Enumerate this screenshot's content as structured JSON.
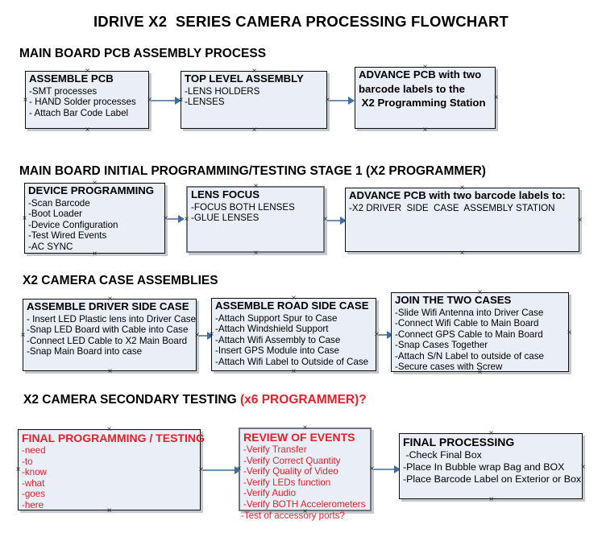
{
  "document": {
    "title": "IDRIVE X2  SERIES CAMERA PROCESSING FLOWCHART"
  },
  "sections": [
    {
      "id": "main-board-pcb-assembly-process",
      "heading": "MAIN BOARD PCB ASSEMBLY PROCESS",
      "heading_accent": "",
      "boxes": [
        {
          "id": "assemble-pcb",
          "title": "ASSEMBLE PCB",
          "lines": [
            "-SMT processes",
            "- HAND Solder processes",
            "- Attach Bar Code Label"
          ]
        },
        {
          "id": "top-level-assembly",
          "title": "TOP LEVEL ASSEMBLY",
          "lines": [
            "-LENS HOLDERS",
            "-LENSES"
          ]
        },
        {
          "id": "advance-pcb-to-x2-programming-station",
          "title": "ADVANCE PCB with two",
          "lines": [
            "barcode labels to the",
            " X2 Programming Station"
          ]
        }
      ]
    },
    {
      "id": "main-board-initial-programming",
      "heading": "MAIN BOARD INITIAL PROGRAMMING/TESTING STAGE 1 (X2 PROGRAMMER)",
      "heading_accent": "",
      "boxes": [
        {
          "id": "device-programming",
          "title": "DEVICE PROGRAMMING",
          "lines": [
            "-Scan Barcode",
            "-Boot Loader",
            "-Device Configuration",
            "-Test Wired Events",
            "-AC SYNC"
          ]
        },
        {
          "id": "lens-focus",
          "title": "LENS FOCUS",
          "lines": [
            "-FOCUS BOTH LENSES",
            "-GLUE LENSES"
          ]
        },
        {
          "id": "advance-pcb-to-driver-side-case-assembly",
          "title": "ADVANCE PCB with two barcode labels to:",
          "lines": [
            "-X2 DRIVER  SIDE  CASE  ASSEMBLY STATION"
          ]
        }
      ]
    },
    {
      "id": "x2-camera-case-assemblies",
      "heading": "X2 CAMERA CASE ASSEMBLIES",
      "heading_accent": "",
      "boxes": [
        {
          "id": "assemble-driver-side-case",
          "title": "ASSEMBLE DRIVER SIDE CASE",
          "lines": [
            "- Insert LED Plastic lens into Driver Case",
            "-Snap LED Board with Cable into Case",
            "-Connect LED Cable to X2 Main Board",
            "-Snap Main Board into case"
          ]
        },
        {
          "id": "assemble-road-side-case",
          "title": "ASSEMBLE ROAD SIDE CASE",
          "lines": [
            "-Attach Support Spur to Case",
            "-Attach Windshield Support",
            "-Attach Wifi Assembly to Case",
            "-Insert GPS Module into Case",
            "-Attach Wifi Label to Outside of Case"
          ]
        },
        {
          "id": "join-the-two-cases",
          "title": "JOIN THE TWO CASES",
          "lines": [
            "-Slide Wifi Antenna into Driver Case",
            "-Connect Wifi Cable to Main Board",
            "-Connect GPS Cable to Main Board",
            "-Snap Cases Together",
            "-Attach S/N Label to outside of case",
            "-Secure cases with Screw"
          ]
        }
      ]
    },
    {
      "id": "x2-camera-secondary-testing",
      "heading": "X2 CAMERA SECONDARY TESTING ",
      "heading_accent": "(x6 PROGRAMMER)?",
      "boxes": [
        {
          "id": "final-programming-testing",
          "title": "FINAL PROGRAMMING / TESTING",
          "lines": [
            "-need",
            "-to",
            "-know",
            "-what",
            "-goes",
            "-here"
          ]
        },
        {
          "id": "review-of-events",
          "title": "REVIEW OF EVENTS",
          "lines": [
            "-Verify Transfer",
            "-Verify Correct Quantity",
            "-Verify Quality of Video",
            "-Verify LEDs function",
            "-Verify Audio",
            "-Verify BOTH Accelerometers"
          ],
          "overflow_line": "-Test of accessory ports?"
        },
        {
          "id": "final-processing",
          "title": "FINAL PROCESSING",
          "lines": [
            " -Check Final Box",
            "-Place In Bubble wrap Bag and BOX",
            "-Place Barcode Label on Exterior or Box"
          ]
        }
      ]
    }
  ],
  "colors": {
    "box_fill": "#e9eef7",
    "box_border": "#0d0d0d",
    "connector": "#6d8fb4",
    "accent_red": "#e8202a",
    "text": "#000000"
  }
}
